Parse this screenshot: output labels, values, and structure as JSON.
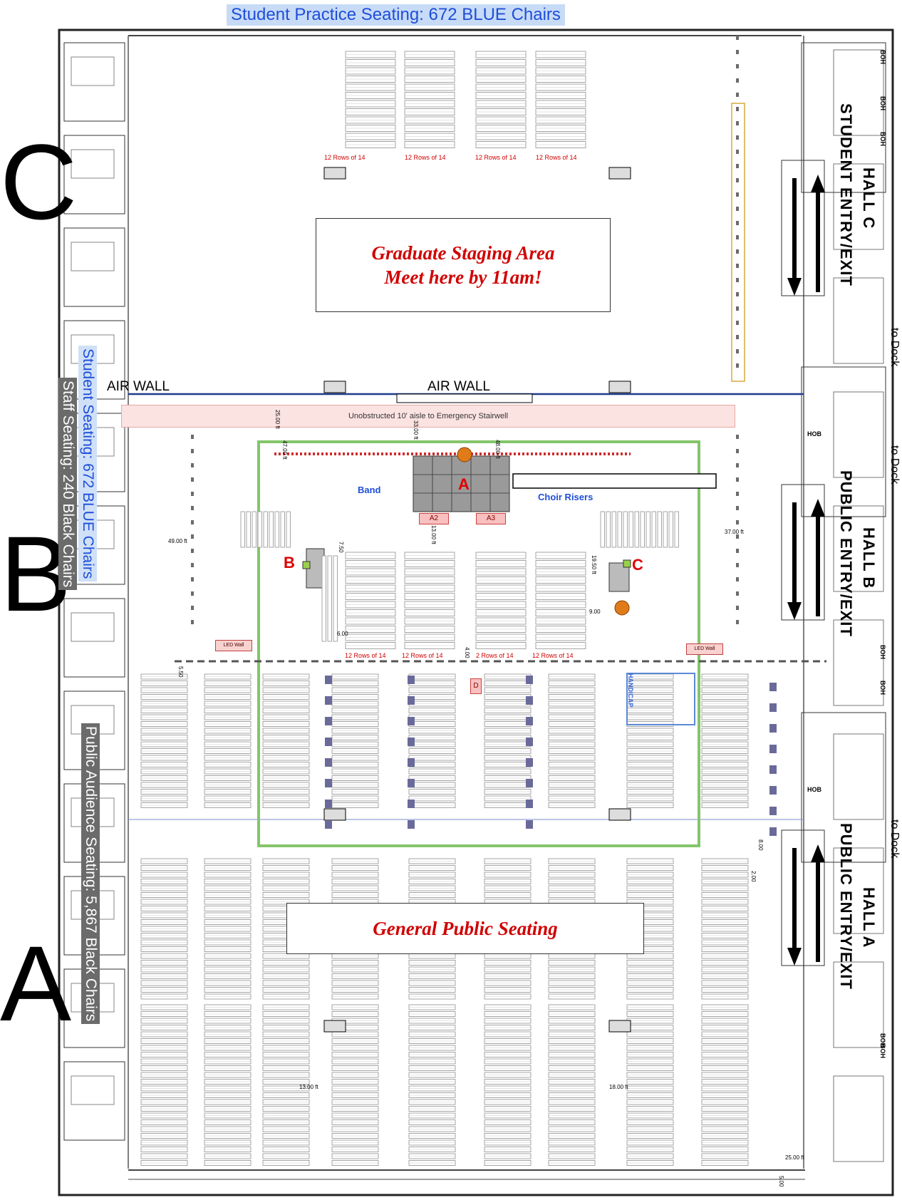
{
  "header": {
    "practice_seating": "Student Practice Seating: 672 BLUE Chairs"
  },
  "halls": {
    "c_letter": "C",
    "b_letter": "B",
    "a_letter": "A"
  },
  "side_labels": {
    "staff_seating": "Staff Seating: 240 Black Chairs",
    "student_seating": "Student Seating: 672 BLUE Chairs",
    "public_seating": "Public Audience Seating: 5,867 Black Chairs"
  },
  "entries": {
    "hall_c": "HALL C",
    "student_entry": "STUDENT ENTRY/EXIT",
    "hall_b": "HALL B",
    "public_entry_b": "PUBLIC ENTRY/EXIT",
    "hall_a": "HALL A",
    "public_entry_a": "PUBLIC ENTRY/EXIT",
    "to_dock": "to Dock",
    "boh": "BOH",
    "hob": "HOB"
  },
  "callouts": {
    "staging_line1": "Graduate Staging Area",
    "staging_line2": "Meet here by 11am!",
    "general_public": "General Public Seating"
  },
  "air_wall": {
    "left": "AIR WALL",
    "center": "AIR WALL"
  },
  "aisle": "Unobstructed 10' aisle to Emergency Stairwell",
  "stage": {
    "band": "Band",
    "choir_risers": "Choir Risers",
    "zone_a": "A",
    "zone_a2": "A2",
    "zone_a3": "A3",
    "zone_b": "B",
    "zone_c": "C",
    "zone_d": "D",
    "handicap": "HANDICAP",
    "led_wall": "LED Wall"
  },
  "rows_labels": [
    "12 Rows of 14",
    "12 Rows of 14",
    "12 Rows of 14",
    "12 Rows of 14"
  ],
  "student_rows_labels": [
    "12 Rows of 14",
    "12 Rows of 14",
    "2 Rows of 14",
    "12 Rows of 14"
  ],
  "dimensions": {
    "d_49": "49.00 ft",
    "d_37": "37.00 ft",
    "d_25a": "25.00 ft",
    "d_47": "47.00 ft",
    "d_33": "33.00 ft",
    "d_48": "48.00 ft",
    "d_13": "13.00 ft",
    "d_19_5": "19.50 ft",
    "d_9": "9.00",
    "d_4": "4.00",
    "d_6": "6.00",
    "d_7_5": "7.50",
    "d_13b": "13.00 ft",
    "d_18": "18.00 ft",
    "d_25b": "25.00 ft",
    "d_5_5": "5.50",
    "d_8": "8.00",
    "d_2": "2.00",
    "d_5": "5.00"
  },
  "colors": {
    "chair_gray": "#9c9c9c",
    "zone_green": "#84c56a",
    "callout_red": "#d10000",
    "blue_label": "#1f4ed8"
  }
}
